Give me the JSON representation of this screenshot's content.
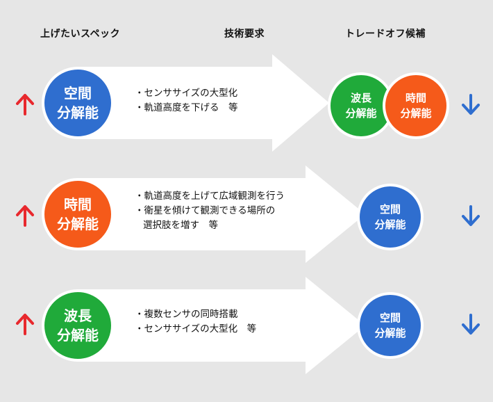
{
  "headers": {
    "specs": "上げたいスペック",
    "tech": "技術要求",
    "tradeoff": "トレードオフ候補"
  },
  "colors": {
    "background": "#e6e6e6",
    "arrow_fill": "#ffffff",
    "up_arrow": "#e8282d",
    "down_arrow": "#2f6ecf",
    "blue": "#2f6ecf",
    "orange": "#f55a1a",
    "green": "#20aa3a"
  },
  "rows": [
    {
      "spec": [
        "空間",
        "分解能"
      ],
      "tech_lines": [
        "・センササイズの大型化",
        "・軌道高度を下げる　等"
      ],
      "tradeoffs": [
        [
          "波長",
          "分解能"
        ],
        [
          "時間",
          "分解能"
        ]
      ]
    },
    {
      "spec": [
        "時間",
        "分解能"
      ],
      "tech_lines": [
        "・軌道高度を上げて広域観測を行う",
        "・衛星を傾けて観測できる場所の",
        "選択肢を増す　等"
      ],
      "tradeoffs": [
        [
          "空間",
          "分解能"
        ]
      ]
    },
    {
      "spec": [
        "波長",
        "分解能"
      ],
      "tech_lines": [
        "・複数センサの同時搭載",
        "・センササイズの大型化　等"
      ],
      "tradeoffs": [
        [
          "空間",
          "分解能"
        ]
      ]
    }
  ]
}
